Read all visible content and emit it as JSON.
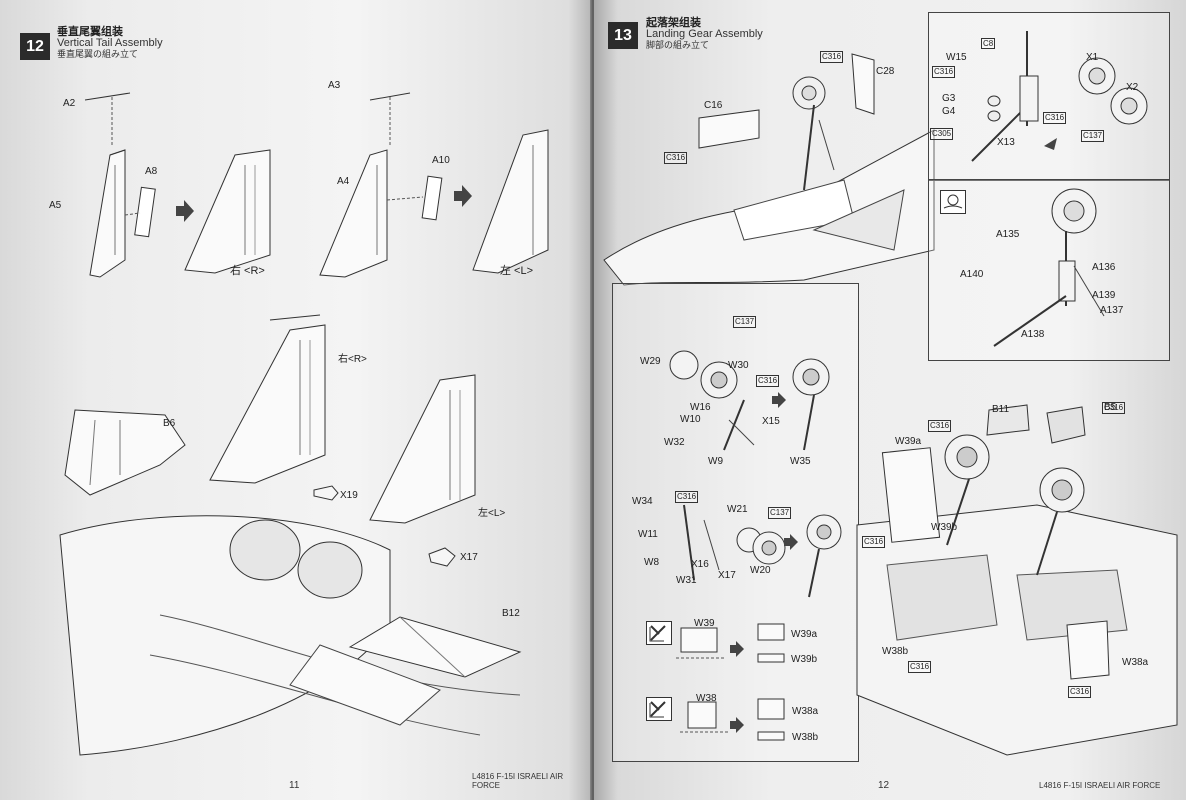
{
  "left_page": {
    "step": {
      "number": "12",
      "title_zh": "垂直尾翼组装",
      "title_en": "Vertical Tail Assembly",
      "title_jp": "垂直尾翼の組み立て"
    },
    "labels": {
      "a2": "A2",
      "a3": "A3",
      "a8": "A8",
      "a5": "A5",
      "a4": "A4",
      "a10": "A10",
      "b6": "B6",
      "x19": "X19",
      "x17": "X17",
      "b12": "B12"
    },
    "side_right_top": "右 <R>",
    "side_left_top": "左 <L>",
    "side_right_mid": "右<R>",
    "side_left_mid": "左<L>",
    "page_number": "11",
    "footer": "L4816 F-15I ISRAELI AIR FORCE"
  },
  "right_page": {
    "step": {
      "number": "13",
      "title_zh": "起落架组装",
      "title_en": "Landing Gear Assembly",
      "title_jp": "脚部の組み立て"
    },
    "labels": {
      "c28": "C28",
      "c16": "C16",
      "w15": "W15",
      "c8": "C8",
      "x1": "X1",
      "x2": "X2",
      "g3": "G3",
      "g4": "G4",
      "x13": "X13",
      "a135": "A135",
      "a136": "A136",
      "a140": "A140",
      "a139": "A139",
      "a137": "A137",
      "a138": "A138",
      "w29": "W29",
      "w30": "W30",
      "w16": "W16",
      "w10": "W10",
      "x15": "X15",
      "w32": "W32",
      "w9": "W9",
      "w35": "W35",
      "w34": "W34",
      "w21": "W21",
      "w11": "W11",
      "w8": "W8",
      "x16": "X16",
      "x17": "X17",
      "w31": "W31",
      "w20": "W20",
      "w39": "W39",
      "w39a": "W39a",
      "w39b": "W39b",
      "w38": "W38",
      "w38a": "W38a",
      "w38b": "W38b",
      "b11": "B11",
      "b5": "B5",
      "w39a_main": "W39a",
      "w39b_main": "W39b",
      "w38b_main": "W38b",
      "w38a_main": "W38a"
    },
    "color_codes": {
      "c316": "C316",
      "c137": "C137",
      "c305": "C305"
    },
    "page_number": "12",
    "footer": "L4816 F-15I ISRAELI AIR FORCE"
  }
}
